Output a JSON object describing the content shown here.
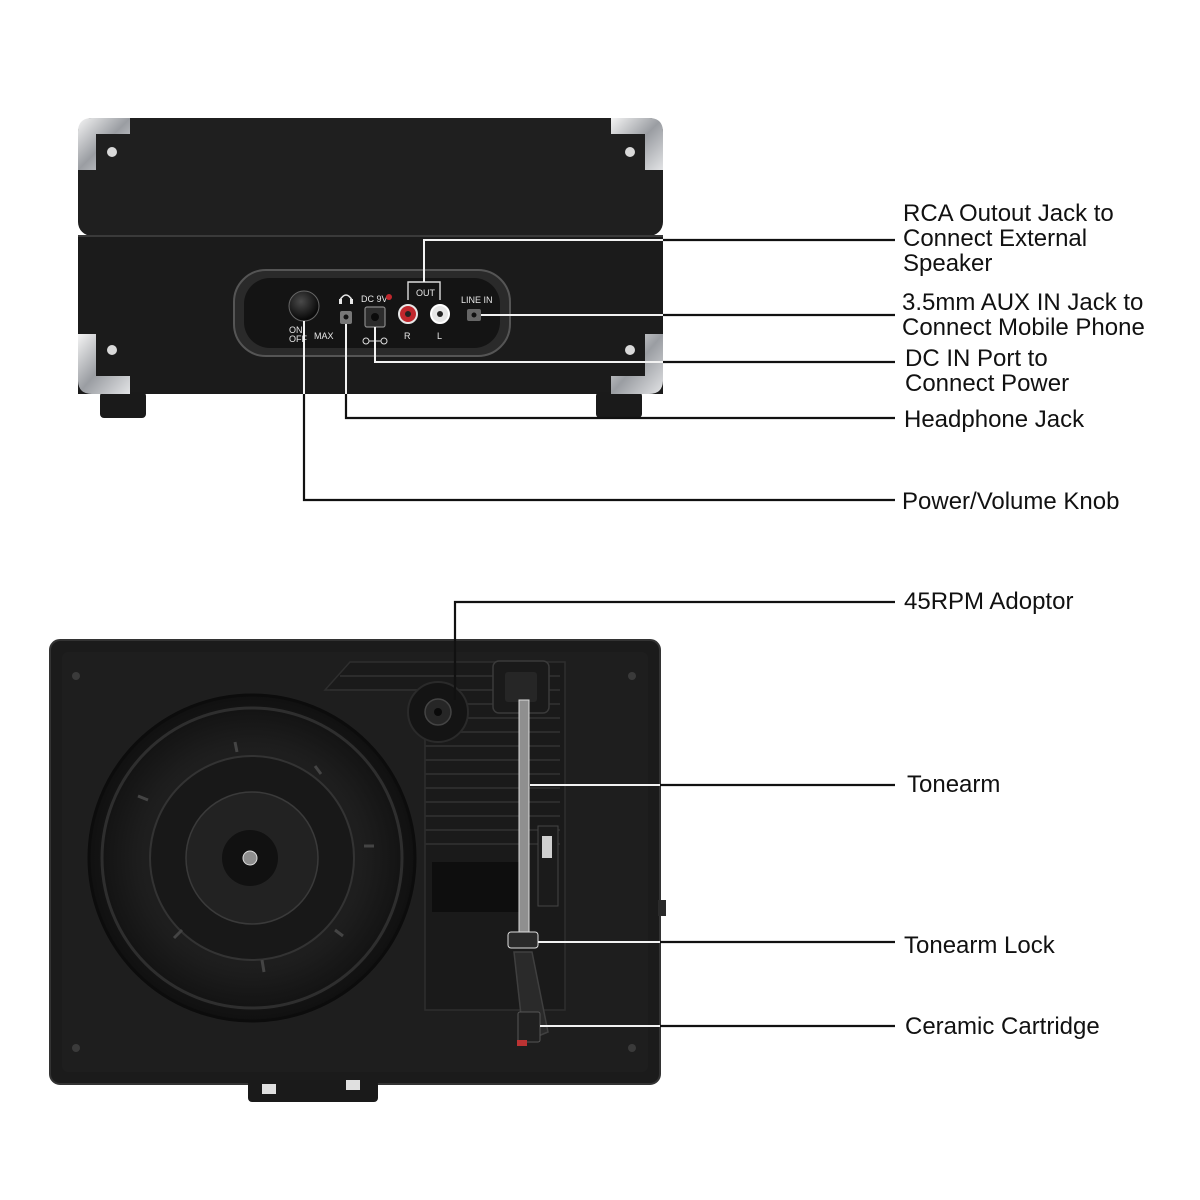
{
  "colors": {
    "case": "#1c1c1c",
    "case_edge": "#2b2b2b",
    "chrome": "#c9ccd0",
    "panel": "#151515",
    "line": "#111111",
    "label": "#111111",
    "rca_red": "#c0272d",
    "rca_white": "#e6e6e6"
  },
  "icons": {
    "headphone": "headphone-icon",
    "dc_polarity": "dc-polarity-icon"
  },
  "rear_panel": {
    "knob_on": "ON",
    "knob_off": "OFF",
    "knob_max": "MAX",
    "dc": "DC 9V",
    "out": "OUT",
    "rca_r": "R",
    "rca_l": "L",
    "line_in": "LINE IN"
  },
  "callouts_rear": [
    {
      "id": "rca-out",
      "lines": [
        "RCA Outout Jack to",
        "Connect External",
        "Speaker"
      ]
    },
    {
      "id": "aux-in",
      "lines": [
        "3.5mm AUX IN Jack to",
        "Connect Mobile Phone"
      ]
    },
    {
      "id": "dc-in",
      "lines": [
        "DC IN Port to",
        "Connect Power"
      ]
    },
    {
      "id": "headphone",
      "lines": [
        "Headphone Jack"
      ]
    },
    {
      "id": "power-volume",
      "lines": [
        "Power/Volume Knob"
      ]
    }
  ],
  "callouts_top": [
    {
      "id": "adaptor",
      "lines": [
        "45RPM Adoptor"
      ]
    },
    {
      "id": "tonearm",
      "lines": [
        "Tonearm"
      ]
    },
    {
      "id": "tonearm-lock",
      "lines": [
        "Tonearm Lock"
      ]
    },
    {
      "id": "cartridge",
      "lines": [
        "Ceramic Cartridge"
      ]
    }
  ]
}
